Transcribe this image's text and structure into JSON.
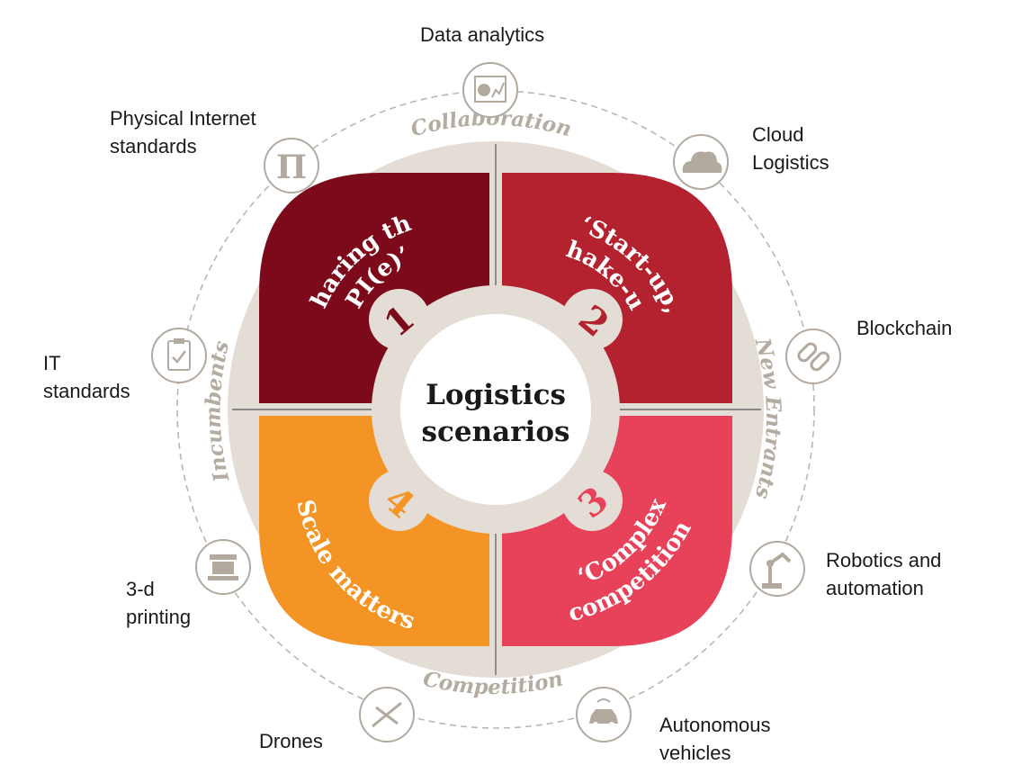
{
  "center": {
    "line1": "Logistics",
    "line2": "scenarios"
  },
  "arc_labels": {
    "top": "Collaboration",
    "bottom": "Competition",
    "left": "Incumbents",
    "right": "New Entrants"
  },
  "quadrants": [
    {
      "number": "1",
      "line1": "‘Sharing the",
      "line2": "PI(e)’",
      "color": "#7c0a1b"
    },
    {
      "number": "2",
      "line1": "‘Start-up,",
      "line2": "shake-up’",
      "color": "#b4212f"
    },
    {
      "number": "3",
      "line1": "‘Complex",
      "line2": "competition’",
      "color": "#e8415a"
    },
    {
      "number": "4",
      "line1": "‘Scale matters’",
      "line2": "",
      "color": "#f39424"
    }
  ],
  "technologies": [
    {
      "key": "data",
      "label": "Data analytics",
      "icon": "data-analytics-icon"
    },
    {
      "key": "cloud",
      "label": "Cloud\nLogistics",
      "icon": "cloud-icon"
    },
    {
      "key": "blockchain",
      "label": "Blockchain",
      "icon": "chain-link-icon"
    },
    {
      "key": "robotics",
      "label": "Robotics and\nautomation",
      "icon": "robot-arm-icon"
    },
    {
      "key": "autonomous",
      "label": "Autonomous\nvehicles",
      "icon": "car-signal-icon"
    },
    {
      "key": "drones",
      "label": "Drones",
      "icon": "drone-icon"
    },
    {
      "key": "printing",
      "label": "3-d\nprinting",
      "icon": "printer-3d-icon"
    },
    {
      "key": "itstd",
      "label": "IT\nstandards",
      "icon": "clipboard-icon"
    },
    {
      "key": "pistd",
      "label": "Physical Internet\nstandards",
      "icon": "pi-icon"
    }
  ],
  "colors": {
    "ring": "#e3ddd6",
    "ring_text": "#b4aba1",
    "icon": "#b2a99f",
    "dashed": "#bdb6ae",
    "text": "#1a1a1a"
  }
}
